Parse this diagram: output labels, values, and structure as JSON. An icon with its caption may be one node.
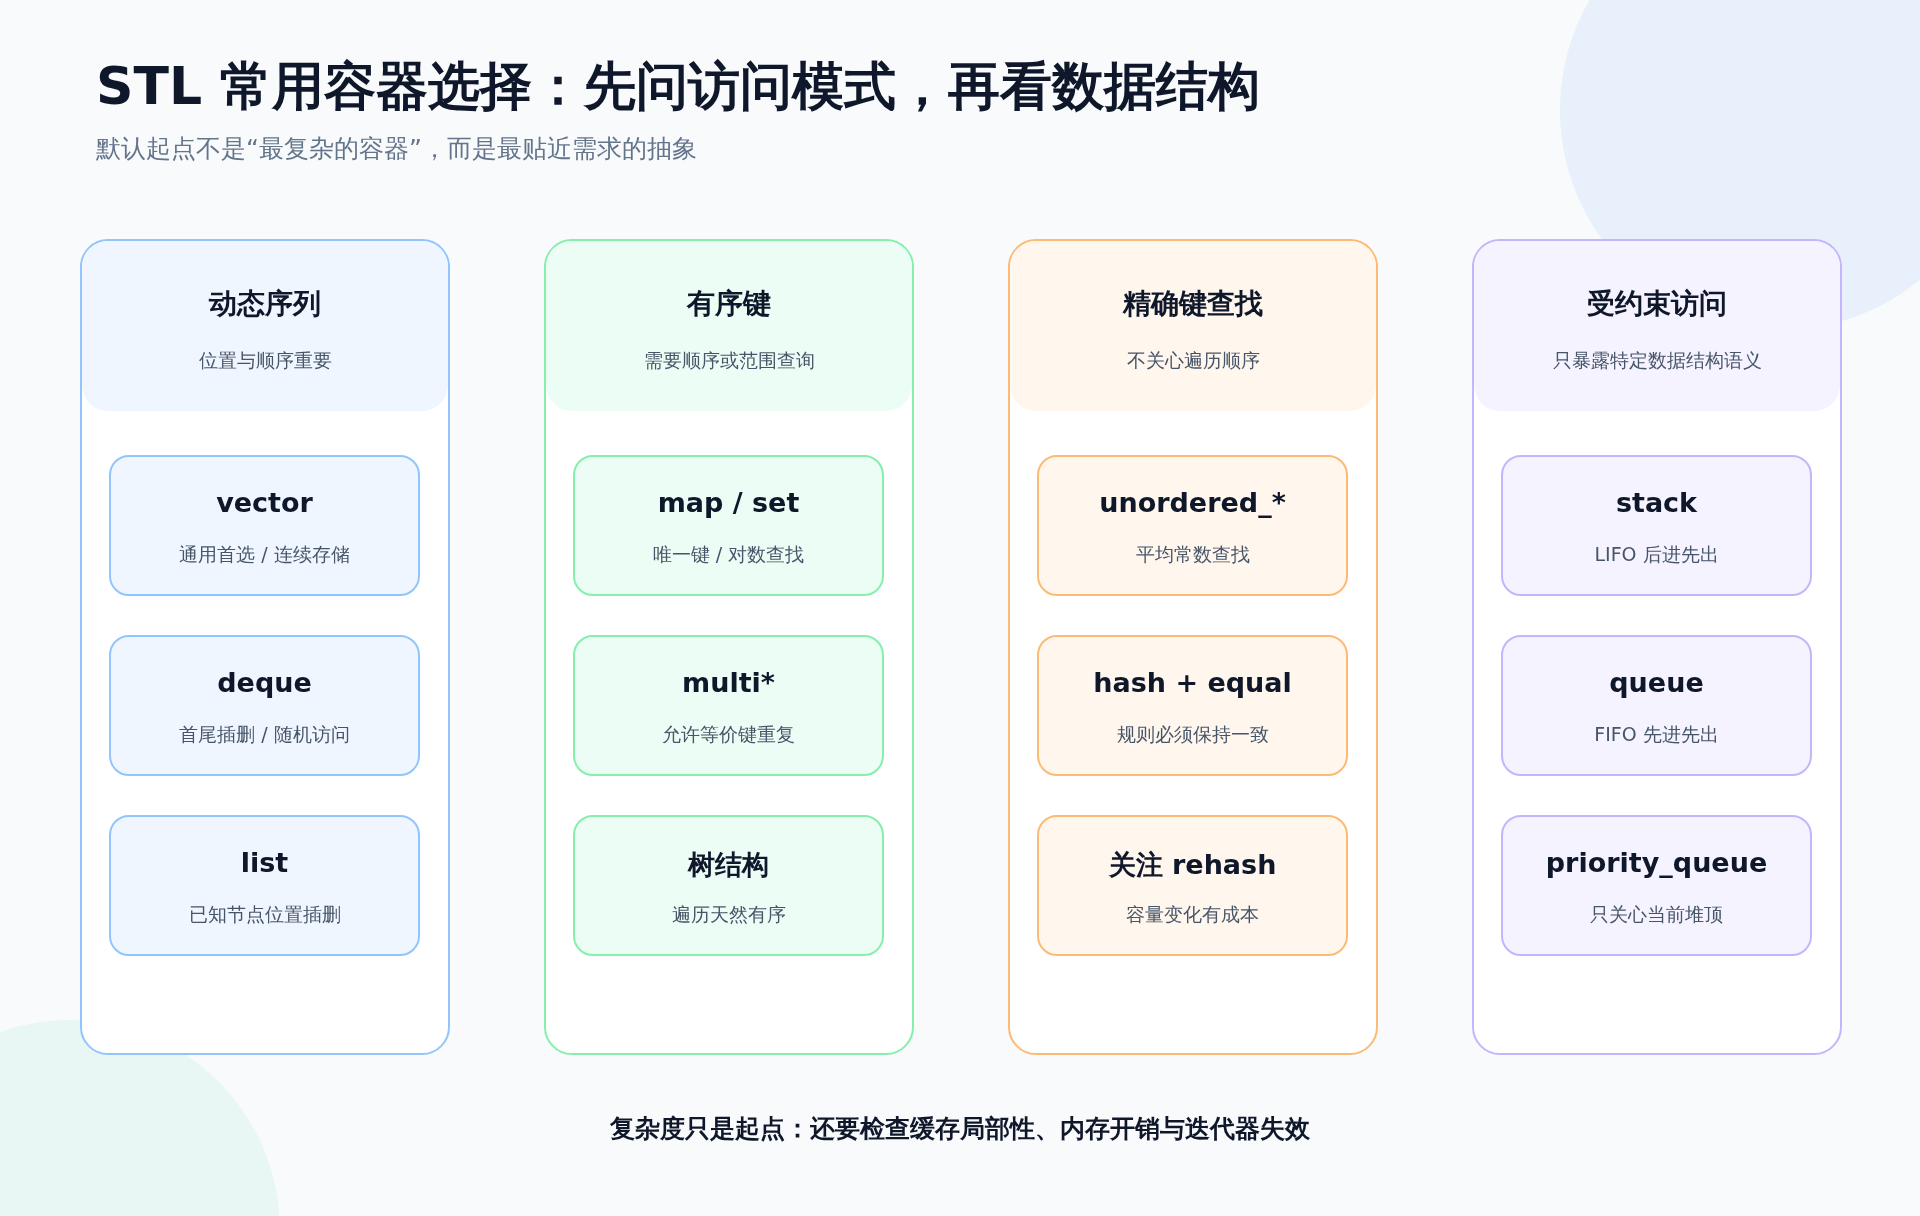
{
  "diagram": {
    "title": "STL 常用容器选择：先问访问模式，再看数据结构",
    "caption": "复杂度只是起点：还要检查缓存局部性、内存开销与迭代器失效",
    "labels": [
      "默认起点不是“最复杂的容器”，而是最贴近需求的抽象"
    ],
    "nodes": [
      {
        "text": [
          "动态序列",
          "位置与顺序重要"
        ]
      },
      {
        "text": [
          "vector",
          "通用首选 / 连续存储"
        ],
        "in": 0
      },
      {
        "text": [
          "deque",
          "首尾插删 / 随机访问"
        ],
        "in": 0
      },
      {
        "text": [
          "list",
          "已知节点位置插删"
        ],
        "in": 0
      },
      {
        "text": [
          "有序键",
          "需要顺序或范围查询"
        ]
      },
      {
        "text": [
          "map / set",
          "唯一键 / 对数查找"
        ],
        "in": 4
      },
      {
        "text": [
          "multi*",
          "允许等价键重复"
        ],
        "in": 4
      },
      {
        "text": [
          "树结构",
          "遍历天然有序"
        ],
        "in": 4
      },
      {
        "text": [
          "精确键查找",
          "不关心遍历顺序"
        ]
      },
      {
        "text": [
          "unordered_*",
          "平均常数查找"
        ],
        "in": 8
      },
      {
        "text": [
          "hash + equal",
          "规则必须保持一致"
        ],
        "in": 8
      },
      {
        "text": [
          "关注 rehash",
          "容量变化有成本"
        ],
        "in": 8
      },
      {
        "text": [
          "受约束访问",
          "只暴露特定数据结构语义"
        ]
      },
      {
        "text": [
          "stack",
          "LIFO 后进先出"
        ],
        "in": 12
      },
      {
        "text": [
          "queue",
          "FIFO 先进先出"
        ],
        "in": 12
      },
      {
        "text": [
          "priority_queue",
          "只关心当前堆顶"
        ],
        "in": 12
      }
    ]
  }
}
